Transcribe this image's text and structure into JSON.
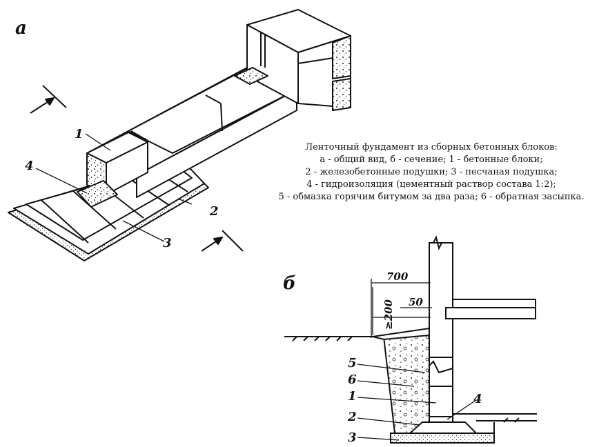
{
  "figure": {
    "letter_a": "а",
    "letter_b": "б"
  },
  "caption": {
    "lines": [
      "Ленточный фундамент из сборных бетонных блоков:",
      "а - общий вид, б - сечение; 1 - бетонные блоки;",
      "2 - железобетонные подушки; 3 - песчаная подушка;",
      "4 - гидроизоляция (цементный раствор состава 1:2);",
      "5 - обмазка горячим битумом за два раза; 6 - обратная засыпка."
    ]
  },
  "view_a_labels": {
    "l1": "1",
    "l2": "2",
    "l3": "3",
    "l4": "4"
  },
  "view_b_labels": {
    "l1": "1",
    "l2": "2",
    "l3": "3",
    "l4": "4",
    "l5": "5",
    "l6": "6"
  },
  "dimensions": {
    "d700": "700",
    "d50": "50",
    "d200": "≥200"
  }
}
